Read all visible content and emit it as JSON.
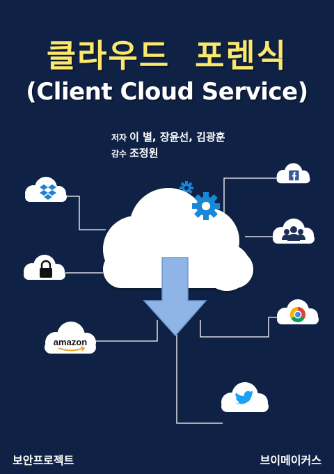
{
  "title_korean": "클라우드  포렌식",
  "title_english": "(Client Cloud Service)",
  "authors_label": "저자",
  "authors": "이 별, 장윤선, 김광훈",
  "supervisor_label": "감수",
  "supervisor": "조정원",
  "amazon_logo_text": "amazon",
  "left_publisher": "보안프로젝트",
  "right_publisher": "브이메이커스",
  "colors": {
    "background": "#0f2245",
    "title_yellow": "#fbe86a",
    "arrow_blue": "#8fb4e6",
    "gear_blue": "#1a86d6"
  },
  "icons": [
    "dropbox-icon",
    "lock-icon",
    "amazon-logo",
    "facebook-icon",
    "people-icon",
    "chrome-icon",
    "twitter-icon",
    "gear-icon"
  ]
}
